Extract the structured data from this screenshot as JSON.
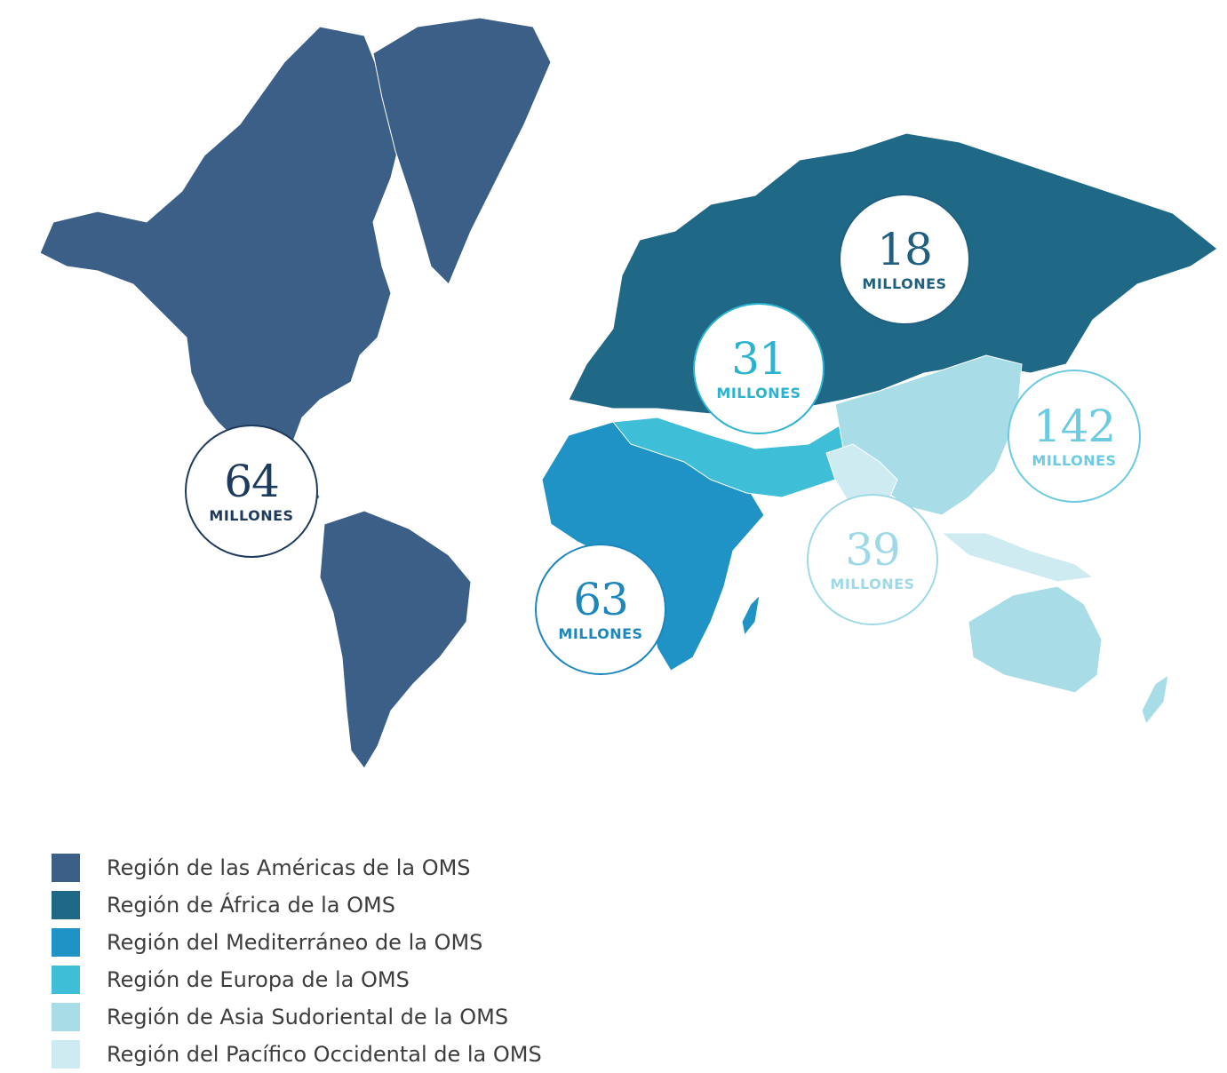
{
  "colors": {
    "americas": "#3b5f86",
    "africa": "#1f6987",
    "mediterranean": "#1f93c5",
    "europe": "#3ebed7",
    "southeast_asia": "#a8dde8",
    "western_pacific": "#cdebf1"
  },
  "bubbles": [
    {
      "value": "64",
      "unit": "MILLONES",
      "color": "#1e3a5c"
    },
    {
      "value": "18",
      "unit": "MILLONES",
      "color": "#1f5f7f"
    },
    {
      "value": "31",
      "unit": "MILLONES",
      "color": "#2bb3d0"
    },
    {
      "value": "142",
      "unit": "MILLONES",
      "color": "#6ccbe0"
    },
    {
      "value": "39",
      "unit": "MILLONES",
      "color": "#9fd9e7"
    },
    {
      "value": "63",
      "unit": "MILLONES",
      "color": "#1d86bd"
    }
  ],
  "legend": [
    {
      "label": "Región de las Américas de la OMS",
      "color": "#3b5f86"
    },
    {
      "label": "Región de África de la OMS",
      "color": "#1f6987"
    },
    {
      "label": "Región del Mediterráneo de la OMS",
      "color": "#1f93c5"
    },
    {
      "label": "Región de Europa de la OMS",
      "color": "#3ebed7"
    },
    {
      "label": "Región de Asia Sudoriental de la OMS",
      "color": "#a8dde8"
    },
    {
      "label": "Región del Pacífico Occidental de la OMS",
      "color": "#cdebf1"
    }
  ]
}
